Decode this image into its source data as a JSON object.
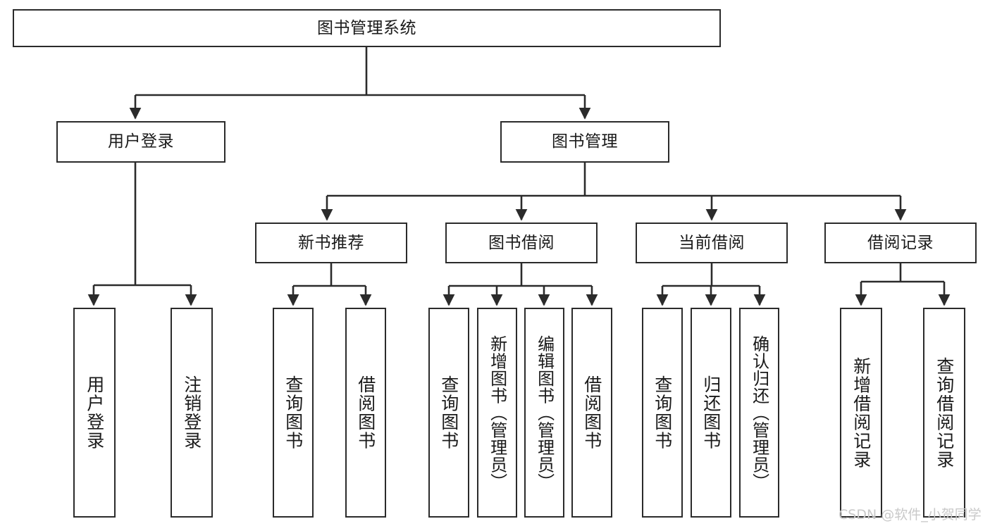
{
  "diagram": {
    "type": "tree-hierarchy-chart",
    "title": "图书管理系统",
    "orientation": "top-down",
    "edge_style": "orthogonal-with-arrowheads",
    "colors": {
      "stroke": "#2b2b2b",
      "fill": "#ffffff",
      "text": "#1a1a1a",
      "watermark": "#c9c9c9"
    }
  },
  "nodes": {
    "root": {
      "label": "图书管理系统"
    },
    "level2": [
      {
        "id": "user-login",
        "label": "用户登录"
      },
      {
        "id": "book-manage",
        "label": "图书管理"
      }
    ],
    "level3": [
      {
        "id": "new-book-recommend",
        "label": "新书推荐"
      },
      {
        "id": "book-borrow",
        "label": "图书借阅"
      },
      {
        "id": "current-borrow",
        "label": "当前借阅"
      },
      {
        "id": "borrow-record",
        "label": "借阅记录"
      }
    ],
    "leaves": {
      "user-login": [
        {
          "id": "leaf-user-login",
          "label": "用户登录"
        },
        {
          "id": "leaf-logout",
          "label": "注销登录"
        }
      ],
      "new-book-recommend": [
        {
          "id": "leaf-query-book-1",
          "label": "查询图书"
        },
        {
          "id": "leaf-borrow-book-1",
          "label": "借阅图书"
        }
      ],
      "book-borrow": [
        {
          "id": "leaf-query-book-2",
          "label": "查询图书"
        },
        {
          "id": "leaf-add-book",
          "label": "新增图书（管理员）"
        },
        {
          "id": "leaf-edit-book",
          "label": "编辑图书（管理员）"
        },
        {
          "id": "leaf-borrow-book-2",
          "label": "借阅图书"
        }
      ],
      "current-borrow": [
        {
          "id": "leaf-query-book-3",
          "label": "查询图书"
        },
        {
          "id": "leaf-return-book",
          "label": "归还图书"
        },
        {
          "id": "leaf-confirm-return",
          "label": "确认归还（管理员）"
        }
      ],
      "borrow-record": [
        {
          "id": "leaf-add-record",
          "label": "新增借阅记录"
        },
        {
          "id": "leaf-query-record",
          "label": "查询借阅记录"
        }
      ]
    }
  },
  "watermark": {
    "text": "CSDN @软件_小贺同学"
  }
}
